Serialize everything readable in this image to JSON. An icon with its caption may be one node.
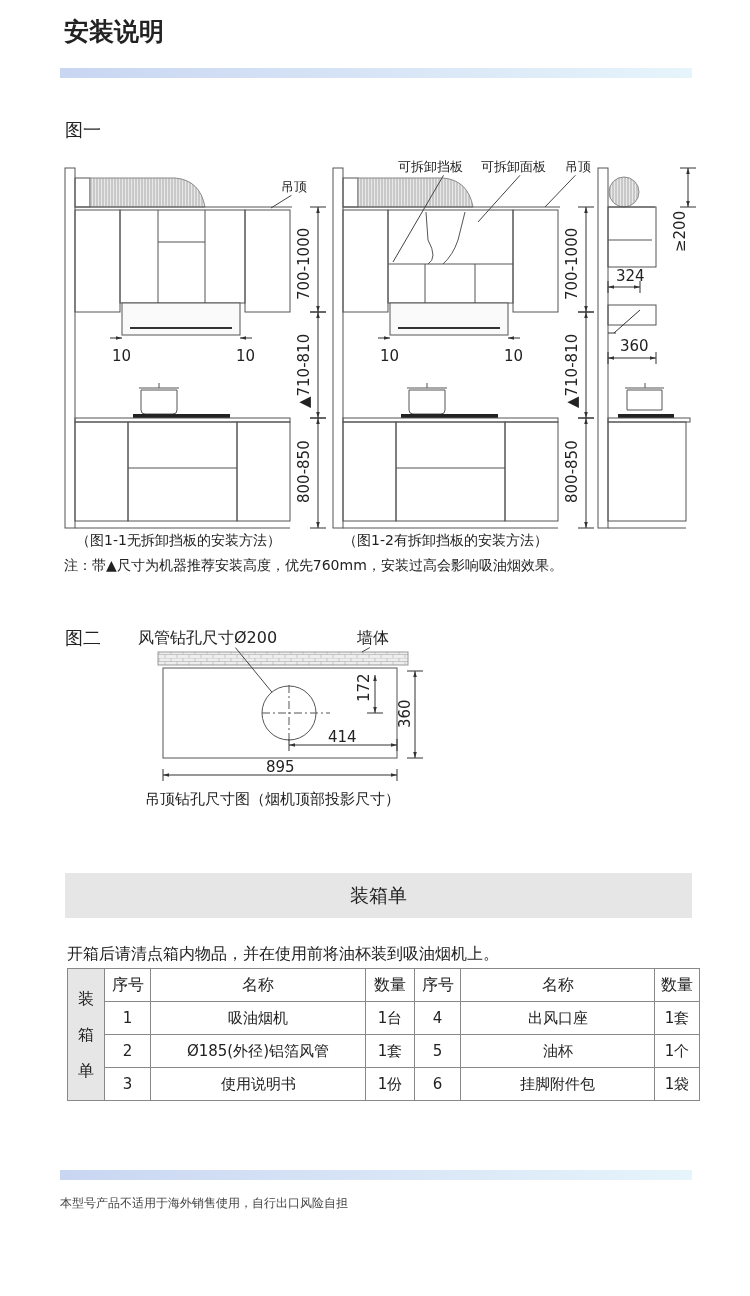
{
  "diagram": {
    "title": "安装说明",
    "nodes": [
      {
        "text": [
          "吊顶"
        ]
      },
      {
        "text": [
          "可拆卸挡板"
        ]
      },
      {
        "text": [
          "可拆卸面板"
        ]
      },
      {
        "text": [
          "吊顶"
        ]
      },
      {
        "text": [
          "风管钻孔尺寸Ø200"
        ]
      },
      {
        "text": [],
        "shape": "circle"
      },
      {
        "text": [
          "墙体"
        ]
      },
      {
        "text": [],
        "shape": "bar"
      }
    ],
    "edges": [
      {
        "from": 0,
        "to": null,
        "arrow": "none"
      },
      {
        "from": 1,
        "to": null,
        "arrow": "none"
      },
      {
        "from": 2,
        "to": null,
        "arrow": "none"
      },
      {
        "from": 3,
        "to": null,
        "arrow": "none"
      },
      {
        "from": 4,
        "to": 5,
        "arrow": "none"
      },
      {
        "from": 6,
        "to": 7,
        "arrow": "none"
      }
    ],
    "labels": [
      "图一",
      "700-1000",
      "10",
      "10",
      "▲710-810",
      "800-850",
      "700-1000",
      "10",
      "10",
      "▲710-810",
      "800-850",
      "≥200",
      "324",
      "360",
      "（图1-1无拆卸挡板的安装方法）",
      "（图1-2有拆卸挡板的安装方法）",
      "注：带▲尺寸为机器推荐安装高度，优先760mm，安装过高会影响吸油烟效果。",
      "图二",
      "172",
      "360",
      "414",
      "895",
      "吊顶钻孔尺寸图（烟机顶部投影尺寸）",
      "装箱单",
      "开箱后请清点箱内物品，并在使用前将油杯装到吸油烟机上。",
      "装箱单",
      "序号",
      "名称",
      "数量",
      "序号",
      "名称",
      "数量",
      "1",
      "吸油烟机",
      "1台",
      "4",
      "出风口座",
      "1套",
      "2",
      "Ø185(外径)铝箔风管",
      "1套",
      "5",
      "油杯",
      "1个",
      "3",
      "使用说明书",
      "1份",
      "6",
      "挂脚附件包",
      "1袋",
      "本型号产品不适用于海外销售使用，自行出口风险自担"
    ]
  }
}
